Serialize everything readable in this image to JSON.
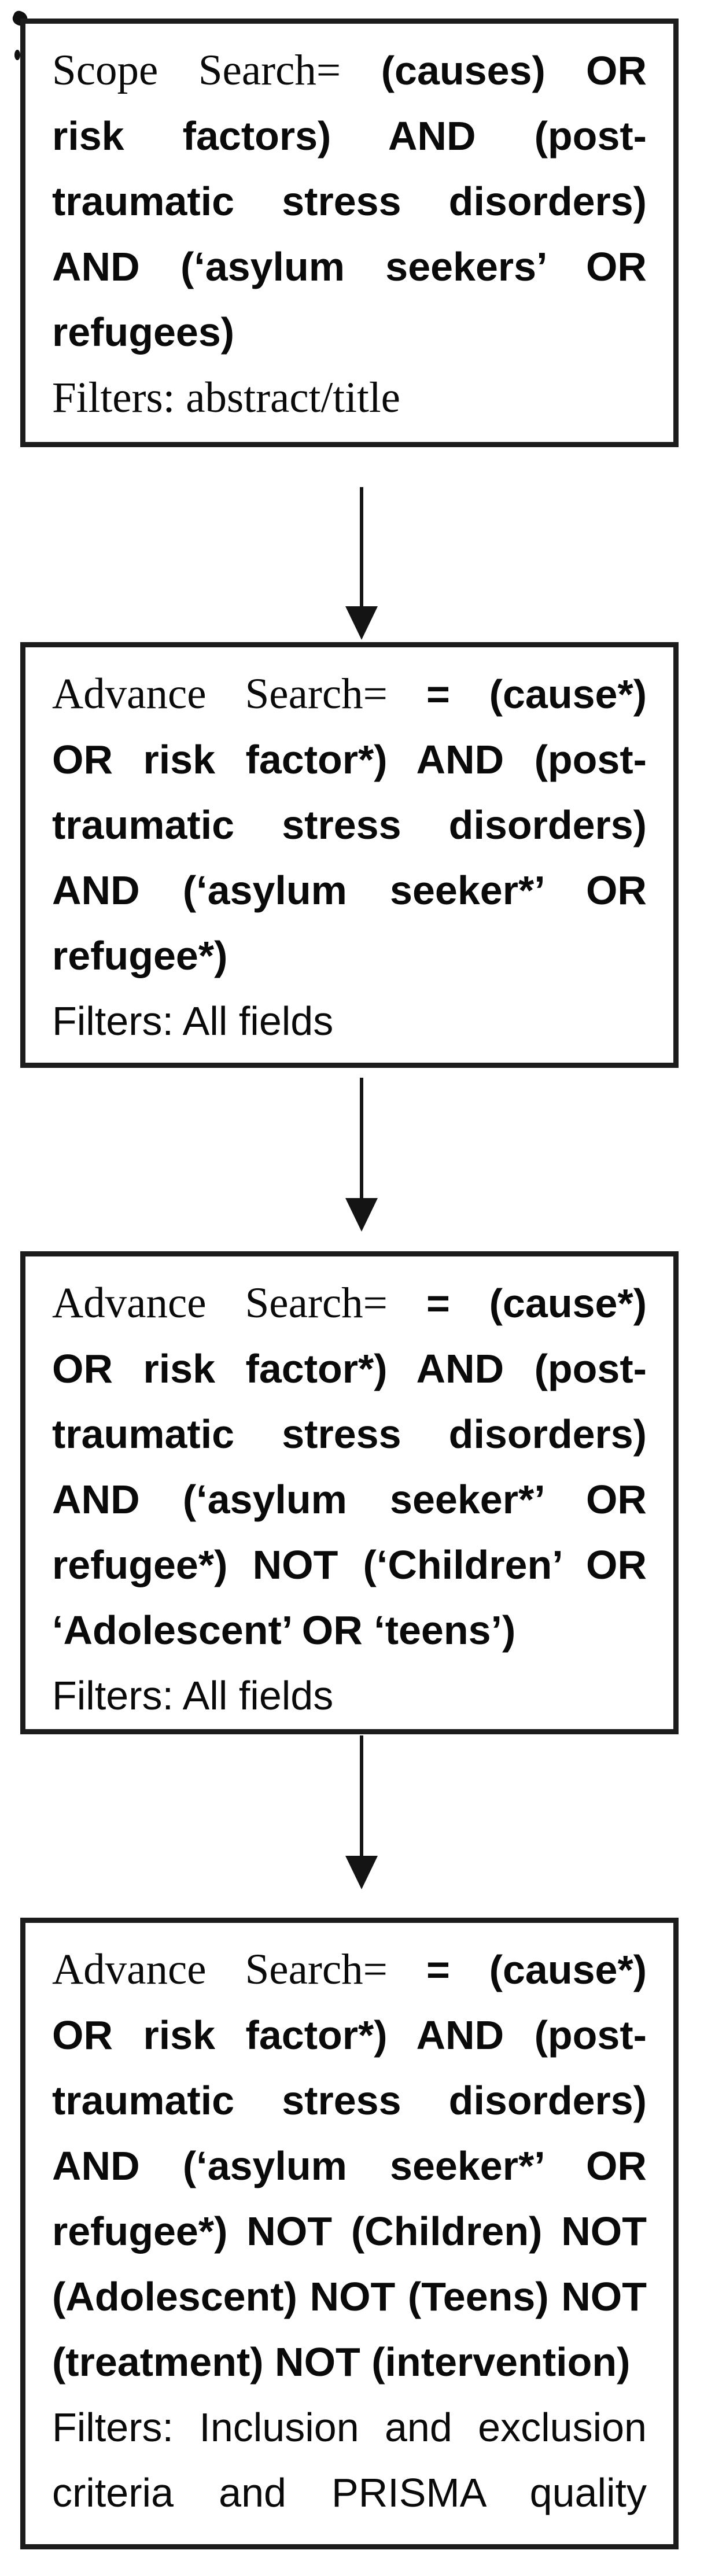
{
  "page": {
    "background_color": "#ffffff",
    "border_color": "#1c1c1c",
    "text_color": "#0a0a0a",
    "arrow_color": "#141414"
  },
  "flowchart": {
    "connector_icon": "down-arrow",
    "steps": [
      {
        "name": "scope-search-step",
        "lines": [
          {
            "justify": true,
            "segments": [
              {
                "font": "serif",
                "text": "Scope Search= "
              },
              {
                "font": "bold",
                "text": "(causes) OR"
              }
            ]
          },
          {
            "justify": true,
            "segments": [
              {
                "font": "bold",
                "text": "risk factors) AND (post-"
              }
            ]
          },
          {
            "justify": true,
            "segments": [
              {
                "font": "bold",
                "text": "traumatic stress disorders)"
              }
            ]
          },
          {
            "justify": true,
            "segments": [
              {
                "font": "bold",
                "text": "AND (‘asylum seekers’ OR"
              }
            ]
          },
          {
            "justify": false,
            "segments": [
              {
                "font": "bold",
                "text": "refugees)"
              }
            ]
          },
          {
            "justify": false,
            "segments": [
              {
                "font": "serif",
                "text": "Filters: abstract/title"
              }
            ]
          }
        ]
      },
      {
        "name": "advance-search-step-1",
        "lines": [
          {
            "justify": true,
            "segments": [
              {
                "font": "serif",
                "text": "Advance Search= "
              },
              {
                "font": "bold",
                "text": "= (cause*)"
              }
            ]
          },
          {
            "justify": true,
            "segments": [
              {
                "font": "bold",
                "text": "OR risk factor*) AND (post-"
              }
            ]
          },
          {
            "justify": true,
            "segments": [
              {
                "font": "bold",
                "text": "traumatic stress disorders)"
              }
            ]
          },
          {
            "justify": true,
            "segments": [
              {
                "font": "bold",
                "text": "AND (‘asylum seeker*’ OR"
              }
            ]
          },
          {
            "justify": false,
            "segments": [
              {
                "font": "bold",
                "text": "refugee*)"
              }
            ]
          },
          {
            "justify": false,
            "segments": [
              {
                "font": "regular",
                "text": "Filters: All fields"
              }
            ]
          }
        ]
      },
      {
        "name": "advance-search-step-2",
        "lines": [
          {
            "justify": true,
            "segments": [
              {
                "font": "serif",
                "text": "Advance Search= "
              },
              {
                "font": "bold",
                "text": "= (cause*)"
              }
            ]
          },
          {
            "justify": true,
            "segments": [
              {
                "font": "bold",
                "text": "OR risk factor*) AND (post-"
              }
            ]
          },
          {
            "justify": true,
            "segments": [
              {
                "font": "bold",
                "text": "traumatic stress disorders)"
              }
            ]
          },
          {
            "justify": true,
            "segments": [
              {
                "font": "bold",
                "text": "AND (‘asylum seeker*’ OR"
              }
            ]
          },
          {
            "justify": true,
            "segments": [
              {
                "font": "bold",
                "text": "refugee*) NOT (‘Children’ OR"
              }
            ]
          },
          {
            "justify": false,
            "segments": [
              {
                "font": "bold",
                "text": "‘Adolescent’ OR ‘teens’)"
              }
            ]
          },
          {
            "justify": false,
            "segments": [
              {
                "font": "regular",
                "text": "Filters: All fields"
              }
            ]
          }
        ]
      },
      {
        "name": "advance-search-step-3",
        "lines": [
          {
            "justify": true,
            "segments": [
              {
                "font": "serif",
                "text": "Advance Search= "
              },
              {
                "font": "bold",
                "text": "= (cause*)"
              }
            ]
          },
          {
            "justify": true,
            "segments": [
              {
                "font": "bold",
                "text": "OR risk factor*) AND (post-"
              }
            ]
          },
          {
            "justify": true,
            "segments": [
              {
                "font": "bold",
                "text": "traumatic stress disorders)"
              }
            ]
          },
          {
            "justify": true,
            "segments": [
              {
                "font": "bold",
                "text": "AND (‘asylum seeker*’ OR"
              }
            ]
          },
          {
            "justify": true,
            "segments": [
              {
                "font": "bold",
                "text": "refugee*) NOT (Children) NOT"
              }
            ]
          },
          {
            "justify": true,
            "segments": [
              {
                "font": "bold",
                "text": "(Adolescent) NOT (Teens) NOT"
              }
            ]
          },
          {
            "justify": false,
            "segments": [
              {
                "font": "bold",
                "text": "(treatment) NOT (intervention)"
              }
            ]
          },
          {
            "justify": true,
            "segments": [
              {
                "font": "regular",
                "text": "Filters: Inclusion and exclusion"
              }
            ]
          },
          {
            "justify": true,
            "segments": [
              {
                "font": "regular",
                "text": "criteria and PRISMA quality"
              }
            ]
          }
        ]
      }
    ]
  }
}
